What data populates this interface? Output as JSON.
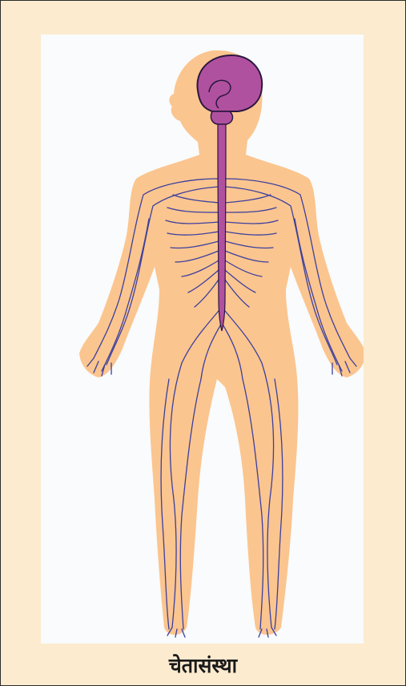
{
  "figure": {
    "caption": "चेतासंस्था",
    "colors": {
      "frame_background": "#fcebcf",
      "panel_background": "#f9fbfc",
      "body_fill": "#fbc58f",
      "nerve_color": "#3b3f9e",
      "brain_fill": "#b0519f"
    },
    "icons": [
      "human-body-silhouette",
      "brain",
      "spinal-cord",
      "nerves"
    ]
  }
}
